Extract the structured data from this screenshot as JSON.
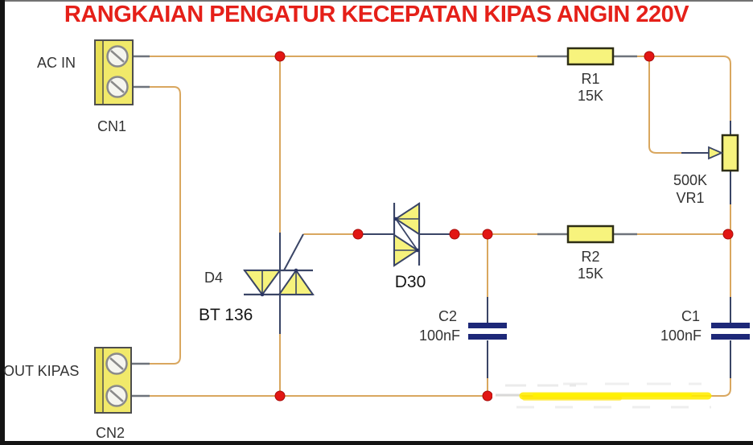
{
  "title": "RANGKAIAN PENGATUR KECEPATAN KIPAS ANGIN 220V",
  "connectors": {
    "cn1": {
      "ref": "CN1",
      "label": "AC IN"
    },
    "cn2": {
      "ref": "CN2",
      "label": "OUT KIPAS"
    }
  },
  "components": {
    "r1": {
      "ref": "R1",
      "value": "15K"
    },
    "r2": {
      "ref": "R2",
      "value": "15K"
    },
    "vr1": {
      "ref": "VR1",
      "value": "500K"
    },
    "c1": {
      "ref": "C1",
      "value": "100nF"
    },
    "c2": {
      "ref": "C2",
      "value": "100nF"
    },
    "triac": {
      "ref": "D4",
      "part": "BT 136"
    },
    "diac": {
      "ref": "D30"
    }
  },
  "colors": {
    "title_red": "#e52019",
    "wire_orange": "#d9a75f",
    "lead_blue": "#3a4566",
    "resistor_lead_gray": "#6e737b",
    "component_yellow": "#f6f27c",
    "terminal_yellow": "#f1e96a",
    "capacitor_navy": "#1d2878",
    "junction_red": "#e21613",
    "highlight_yellow": "#ffec00",
    "label_gray": "#333333"
  }
}
